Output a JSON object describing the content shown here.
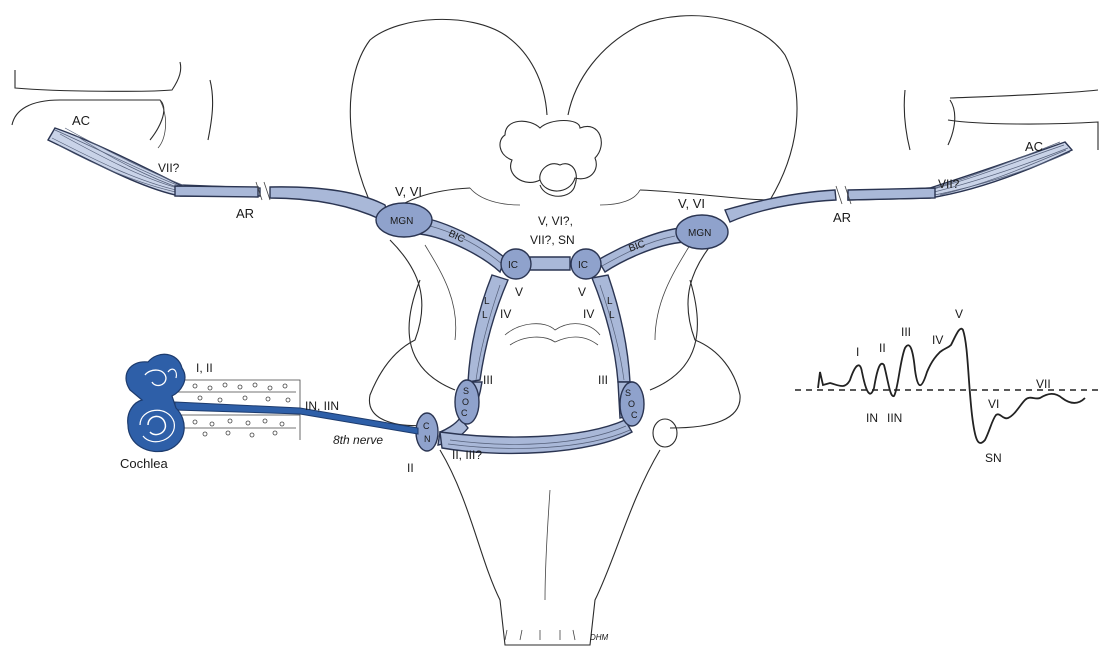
{
  "colors": {
    "pathway_fill": "#a9b8d8",
    "pathway_stroke": "#2b3552",
    "nucleus_fill": "#8fa2cc",
    "cochlea_blue": "#2e5fa8",
    "nerve_blue": "#2e5fa8"
  },
  "labels": {
    "ac_left": "AC",
    "ac_right": "AC",
    "vii_left": "VII?",
    "vii_right": "VII?",
    "ar_left": "AR",
    "ar_right": "AR",
    "v_vi_left": "V, VI",
    "v_vi_right": "V, VI",
    "mgn_left": "MGN",
    "mgn_right": "MGN",
    "bic_left": "BIC",
    "bic_right": "BIC",
    "center_top": "V, VI?,",
    "center_bottom": "VII?, SN",
    "ic_left": "IC",
    "ic_right": "IC",
    "v_left": "V",
    "v_right": "V",
    "iv_left": "IV",
    "iv_right": "IV",
    "ll_left_1": "L",
    "ll_left_2": "L",
    "ll_right_1": "L",
    "ll_right_2": "L",
    "iii_left": "III",
    "iii_right": "III",
    "soc_left_s": "S",
    "soc_left_o": "O",
    "soc_left_c": "C",
    "soc_right_s": "S",
    "soc_right_o": "O",
    "soc_right_c": "C",
    "cn_c": "C",
    "cn_n": "N",
    "ii": "II",
    "ii_iii": "II, III?",
    "i_ii": "I, II",
    "in_iin": "IN, IIN",
    "eighth_nerve": "8th nerve",
    "cochlea": "Cochlea",
    "signature": "DHM"
  },
  "waveform": {
    "peaks": [
      "I",
      "II",
      "III",
      "IV",
      "V",
      "VI",
      "VII"
    ],
    "troughs": [
      "IN",
      "IIN",
      "SN"
    ],
    "peak_I": "I",
    "peak_II": "II",
    "peak_III": "III",
    "peak_IV": "IV",
    "peak_V": "V",
    "peak_VI": "VI",
    "peak_VII": "VII",
    "trough_IN": "IN",
    "trough_IIN": "IIN",
    "trough_SN": "SN"
  }
}
